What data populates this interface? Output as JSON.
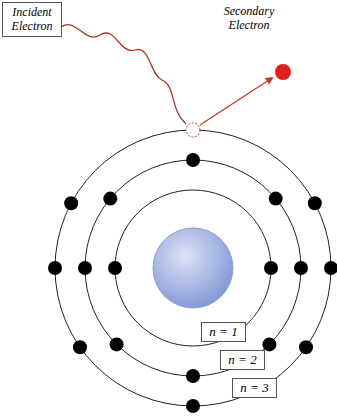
{
  "diagram": {
    "nodes": [
      {
        "text": [
          "Incident Electron"
        ]
      },
      {
        "text": [
          "Secondary Electron"
        ]
      },
      {
        "text": [
          "n = 1"
        ]
      },
      {
        "text": [
          "n = 2"
        ]
      },
      {
        "text": [
          "n = 3"
        ]
      }
    ]
  }
}
